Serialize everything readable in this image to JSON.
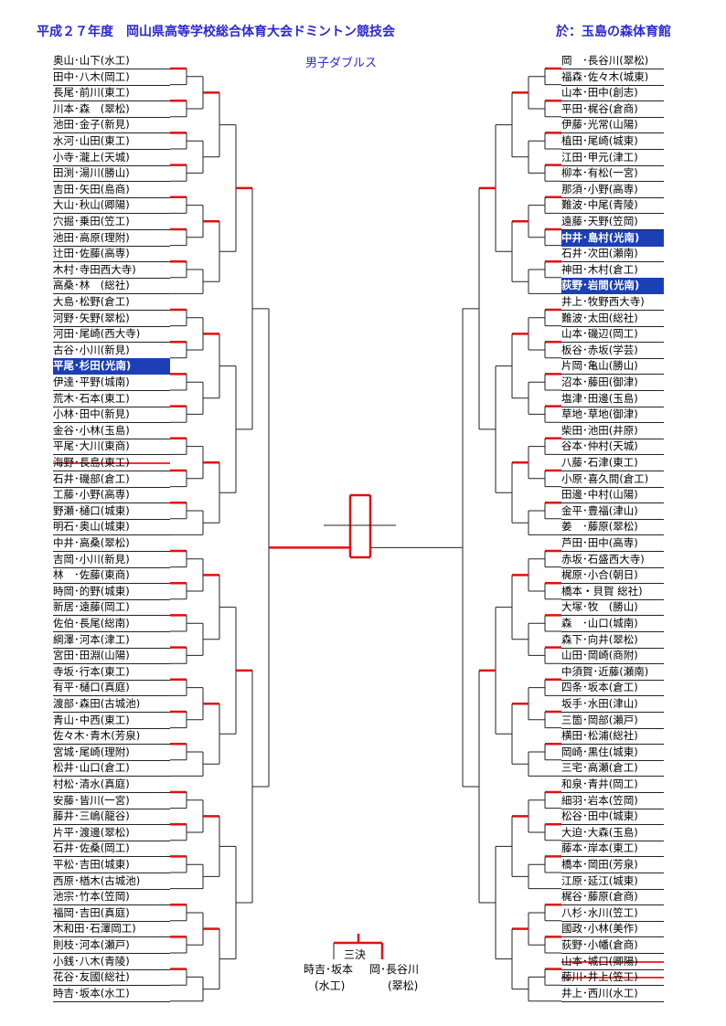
{
  "header": {
    "title": "平成２７年度　岡山県高等学校総合体育大会ドミントン競技会",
    "venue": "於：玉島の森体育館",
    "event": "男子ダブルス"
  },
  "left_pairs": [
    {
      "name": "奥山･山下(水工)"
    },
    {
      "name": "田中･八木(岡工)"
    },
    {
      "name": "長尾･前川(東工)"
    },
    {
      "name": "川本･森　(翠松)"
    },
    {
      "name": "池田･金子(新見)"
    },
    {
      "name": "水河･山田(東工)"
    },
    {
      "name": "小寺･瀧上(天城)"
    },
    {
      "name": "田渕･湯川(勝山)"
    },
    {
      "name": "吉田･矢田(島商)"
    },
    {
      "name": "大山･秋山(卿陽)"
    },
    {
      "name": "穴掘･乗田(笠工)"
    },
    {
      "name": "池田･高原(理附)"
    },
    {
      "name": "辻田･佐藤(高専)"
    },
    {
      "name": "木村･寺田西大寺)"
    },
    {
      "name": "高桑･林　(総社)"
    },
    {
      "name": "大島･松野(倉工)"
    },
    {
      "name": "河野･矢野(翠松)"
    },
    {
      "name": "河田･尾崎(西大寺)"
    },
    {
      "name": "古谷･小川(新見)"
    },
    {
      "name": "平尾･杉田(光南)",
      "hl": true
    },
    {
      "name": "伊達･平野(城南)"
    },
    {
      "name": "荒木･石本(東工)"
    },
    {
      "name": "小林･田中(新見)"
    },
    {
      "name": "金谷･小林(玉島)"
    },
    {
      "name": "平尾･大川(東商)"
    },
    {
      "name": "海野･長島(東工)",
      "struck": true
    },
    {
      "name": "石井･磯部(倉工)"
    },
    {
      "name": "工藤･小野(高専)"
    },
    {
      "name": "野瀬･樋口(城東)"
    },
    {
      "name": "明石･奥山(城東)"
    },
    {
      "name": "中井･高桑(翠松)"
    },
    {
      "name": "吉岡･小川(新見)"
    },
    {
      "name": "林　･佐藤(東商)"
    },
    {
      "name": "時岡･的野(城東)"
    },
    {
      "name": "新居･遠藤(岡工)"
    },
    {
      "name": "佐伯･長尾(総南)"
    },
    {
      "name": "綱澤･河本(津工)"
    },
    {
      "name": "宮田･田淵(山陽)"
    },
    {
      "name": "寺坂･行本(東工)"
    },
    {
      "name": "有平･樋口(真庭)"
    },
    {
      "name": "渡部･森田(古城池)"
    },
    {
      "name": "青山･中西(東工)"
    },
    {
      "name": "佐々木･青木(芳泉)"
    },
    {
      "name": "宮城･尾崎(理附)"
    },
    {
      "name": "松井･山口(倉工)"
    },
    {
      "name": "村松･清水(真庭)"
    },
    {
      "name": "安藤･皆川(一宮)"
    },
    {
      "name": "藤井･三嶋(龍谷)"
    },
    {
      "name": "片平･渡邊(翠松)"
    },
    {
      "name": "石井･佐桑(岡工)"
    },
    {
      "name": "平松･吉田(城東)"
    },
    {
      "name": "西原･楢木(古城池)"
    },
    {
      "name": "池宗･竹本(笠岡)"
    },
    {
      "name": "福岡･吉田(真庭)"
    },
    {
      "name": "木和田･石澤岡工)"
    },
    {
      "name": "則枝･河本(瀬戸)"
    },
    {
      "name": "小銭･八木(青陵)"
    },
    {
      "name": "花谷･友國(総社)"
    },
    {
      "name": "時吉･坂本(水工)"
    }
  ],
  "right_pairs": [
    {
      "name": "岡　･長谷川(翠松)"
    },
    {
      "name": "福森･佐々木(城東)"
    },
    {
      "name": "山本･田中(創志)"
    },
    {
      "name": "平田･梶谷(倉商)"
    },
    {
      "name": "伊藤･光常(山陽)"
    },
    {
      "name": "植田･尾崎(城東)"
    },
    {
      "name": "江田･甲元(津工)"
    },
    {
      "name": "柳本･有松(一宮)"
    },
    {
      "name": "那須･小野(高専)"
    },
    {
      "name": "難波･中尾(青陵)"
    },
    {
      "name": "遠藤･天野(笠岡)"
    },
    {
      "name": "中井･島村(光南)",
      "hl": true
    },
    {
      "name": "石井･次田(瀬南)"
    },
    {
      "name": "神田･木村(倉工)"
    },
    {
      "name": "荻野･岩間(光南)",
      "hl": true
    },
    {
      "name": "井上･牧野西大寺)"
    },
    {
      "name": "難波･太田(総社)"
    },
    {
      "name": "山本･磯辺(岡工)"
    },
    {
      "name": "板谷･赤坂(学芸)"
    },
    {
      "name": "片岡･亀山(勝山)"
    },
    {
      "name": "沼本･藤田(御津)"
    },
    {
      "name": "塩津･田邊(玉島)"
    },
    {
      "name": "草地･草地(御津)"
    },
    {
      "name": "柴田･池田(井原)"
    },
    {
      "name": "谷本･仲村(天城)"
    },
    {
      "name": "八藤･石津(東工)"
    },
    {
      "name": "小原･喜久間(倉工)"
    },
    {
      "name": "田邊･中村(山陽)"
    },
    {
      "name": "金平･豊福(津山)"
    },
    {
      "name": "姜　･藤原(翠松)"
    },
    {
      "name": "芦田･田中(高専)"
    },
    {
      "name": "赤坂･石盛西大寺)"
    },
    {
      "name": "梶原･小合(朝日)"
    },
    {
      "name": "橋本・貝賀 総社)"
    },
    {
      "name": "大塚･牧　(勝山)"
    },
    {
      "name": "森　･山口(城南)"
    },
    {
      "name": "森下･向井(翠松)"
    },
    {
      "name": "山田･岡崎(商附)"
    },
    {
      "name": "中須賀･近藤(瀬南)"
    },
    {
      "name": "四条･坂本(倉工)"
    },
    {
      "name": "坂手･水田(津山)"
    },
    {
      "name": "三箇･岡部(瀬戸)"
    },
    {
      "name": "横田･松浦(総社)"
    },
    {
      "name": "岡崎･黒住(城東)"
    },
    {
      "name": "三宅･高瀬(倉工)"
    },
    {
      "name": "和泉･青井(岡工)"
    },
    {
      "name": "細羽･岩本(笠岡)"
    },
    {
      "name": "松谷･田中(城東)"
    },
    {
      "name": "大迫･大森(玉島)"
    },
    {
      "name": "藤本･岸本(東工)"
    },
    {
      "name": "橋本･岡田(芳泉)"
    },
    {
      "name": "江原･延江(城東)"
    },
    {
      "name": "梶谷･藤原(倉商)"
    },
    {
      "name": "八杉･水川(笠工)"
    },
    {
      "name": "國政･小林(美作)"
    },
    {
      "name": "荻野･小幡(倉商)"
    },
    {
      "name": "山本･城口(卿陽)",
      "struck": true
    },
    {
      "name": "藤川･井上(笠工)",
      "struck": true
    },
    {
      "name": "井上･西川(水工)"
    }
  ],
  "third_place": {
    "label": "三決",
    "left_name": "時吉･坂本",
    "left_school": "(水工)",
    "right_name": "岡･長谷川",
    "right_school": "(翠松)"
  },
  "colors": {
    "winner_line": "#e01010",
    "bracket_line": "#222222",
    "highlight_bg": "#1c3fb5",
    "title_text": "#2a2ad0"
  }
}
